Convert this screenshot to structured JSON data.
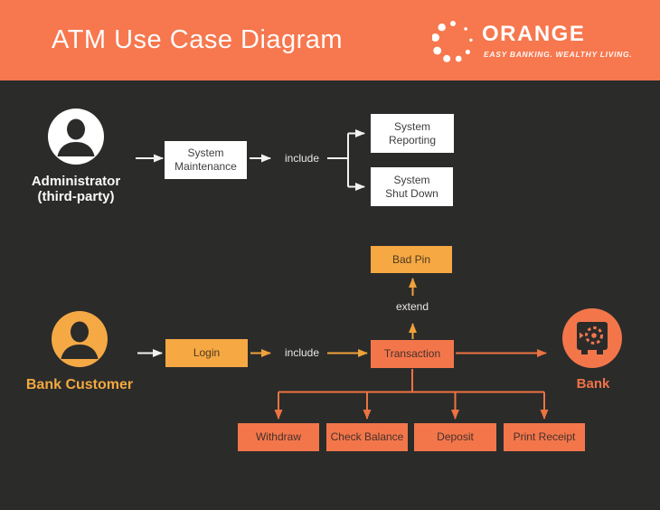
{
  "colors": {
    "header_background": "#F7774E",
    "canvas_background": "#2B2B2A",
    "amber": "#F6A843",
    "orange": "#F3764B",
    "white_box": "#FFFFFF",
    "arrow_white": "#F2F2F2",
    "arrow_amber": "#EFA23B",
    "arrow_orange": "#EC7342"
  },
  "header": {
    "title": "ATM Use Case Diagram",
    "brand": "ORANGE",
    "tagline": "EASY BANKING. WEALTHY LIVING."
  },
  "diagram": {
    "actors": [
      {
        "id": "administrator",
        "label": "Administrator",
        "sublabel": "(third-party)"
      },
      {
        "id": "bank-customer",
        "label": "Bank Customer"
      },
      {
        "id": "bank",
        "label": "Bank"
      }
    ],
    "usecases": {
      "system_maintenance": "System\nMaintenance",
      "system_reporting": "System\nReporting",
      "system_shut_down": "System\nShut Down",
      "bad_pin": "Bad Pin",
      "login": "Login",
      "transaction": "Transaction",
      "withdraw": "Withdraw",
      "check_balance": "Check Balance",
      "deposit": "Deposit",
      "print_receipt": "Print Receipt"
    },
    "edge_labels": {
      "include_admin": "include",
      "include_customer": "include",
      "extend": "extend"
    }
  }
}
